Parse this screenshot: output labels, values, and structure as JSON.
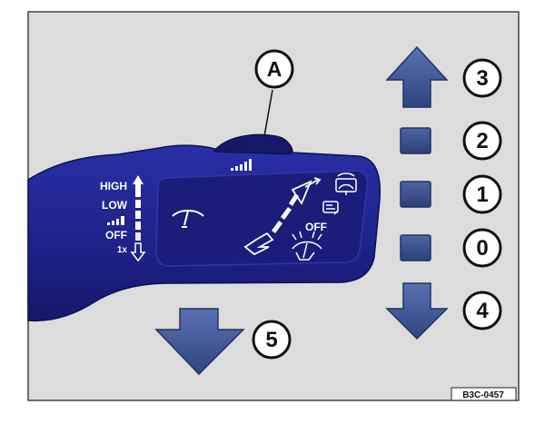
{
  "figure_code": "B3C-0457",
  "callouts": {
    "a": "A",
    "n3": "3",
    "n2": "2",
    "n1": "1",
    "n0": "0",
    "n4": "4",
    "n5": "5"
  },
  "lever_labels": {
    "high": "HIGH",
    "low": "LOW",
    "off": "OFF",
    "onetouch": "1x",
    "off_right": "OFF"
  },
  "colors": {
    "panel": "#dcdcdc",
    "frame": "#444444",
    "lever_blue": "#1f238c",
    "lever_dark": "#12155e",
    "arrow_blue": "#3f5798",
    "arrow_dark": "#23325e",
    "ring": "#111111"
  },
  "icons": [
    "wiper-icon",
    "washer-spray-icon",
    "rear-window-wiper-icon",
    "intermittent-wiper-icon",
    "dual-wiper-spray-icon",
    "signal-bars-icon"
  ]
}
